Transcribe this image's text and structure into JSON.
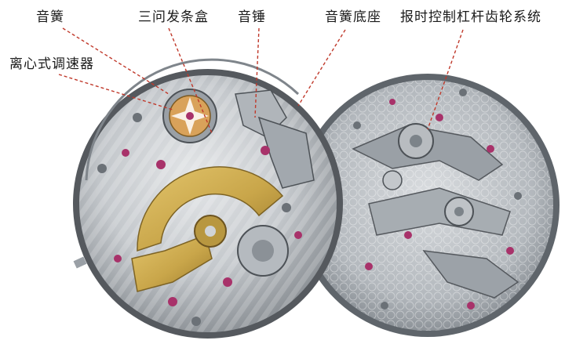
{
  "labels": {
    "gong": "音簧",
    "barrel": "三问发条盒",
    "hammer": "音锤",
    "gong_base": "音簧底座",
    "strike_train": "报时控制杠杆齿轮系统",
    "regulator": "离心式调速器"
  },
  "colors": {
    "leader_line": "#c0392b",
    "plate": "#c9ccd0",
    "rotor_gold": "#c9a64a",
    "jewel": "#a8326a"
  }
}
